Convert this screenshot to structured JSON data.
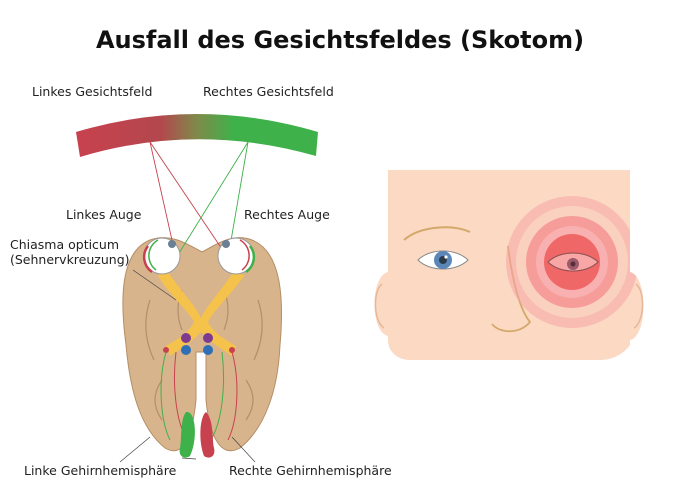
{
  "title": "Ausfall des Gesichtsfeldes (Skotom)",
  "labels": {
    "left_visual_field": "Linkes Gesichtsfeld",
    "right_visual_field": "Rechtes Gesichtsfeld",
    "left_eye": "Linkes Auge",
    "right_eye": "Rechtes Auge",
    "chiasma_line1": "Chiasma opticum",
    "chiasma_line2": "(Sehnervkreuzung)",
    "left_hemisphere": "Linke Gehirnhemisphäre",
    "right_hemisphere": "Rechte Gehirnhemisphäre"
  },
  "colors": {
    "field_left": "#c8414f",
    "field_right": "#3fb14a",
    "brain": "#d8b48c",
    "optic_tract": "#f7c348",
    "skin": "#fbd9c3",
    "scotoma": "#ef4b4b",
    "iris": "#5b86b8"
  }
}
